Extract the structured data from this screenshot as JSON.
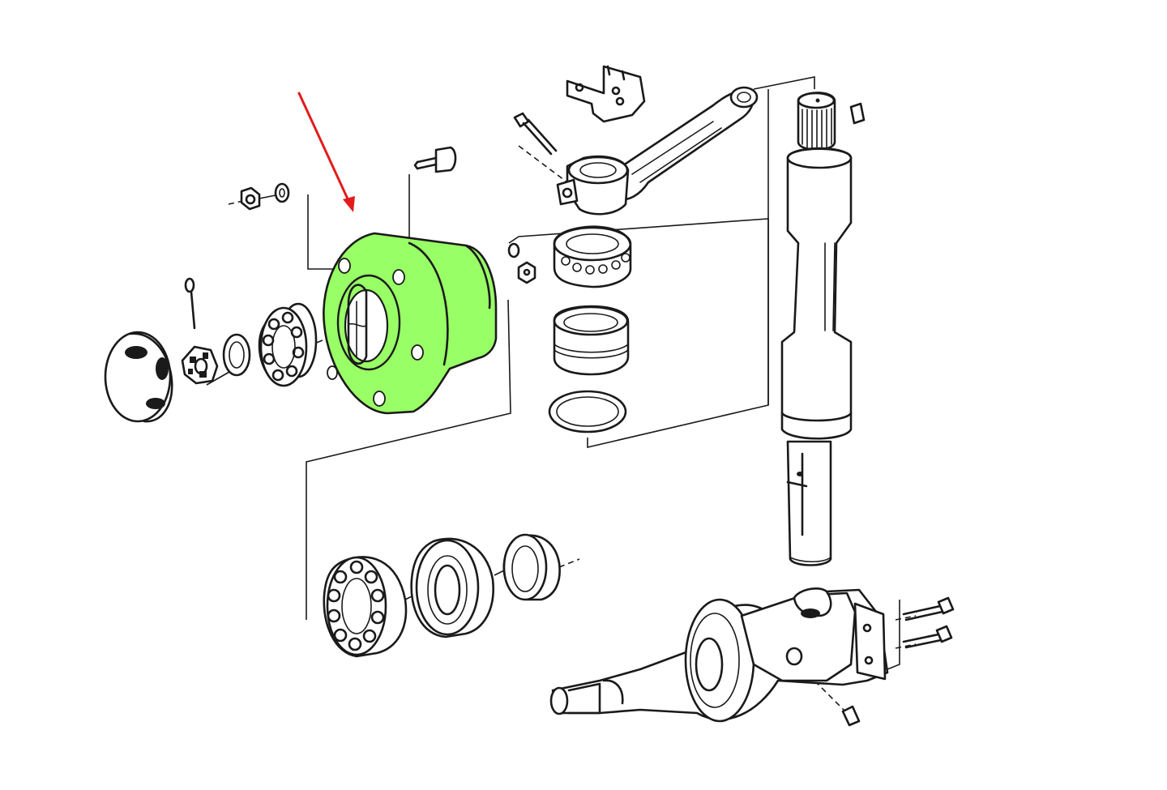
{
  "colors": {
    "background": "#ffffff",
    "ink": "#1a1a1a",
    "highlight": "#99ff66",
    "arrow": "#e31b1b"
  },
  "parts": [
    "hub-cap",
    "castle-nut",
    "cotter-pin",
    "washer",
    "outer-wheel-bearing",
    "wheel-hub",
    "wheel-stud",
    "hex-nut",
    "lock-washer",
    "steering-arm",
    "mounting-bracket",
    "thrust-bearing",
    "bushing",
    "o-ring",
    "king-pin",
    "inner-wheel-bearing",
    "seal",
    "spacer-ring",
    "stub-axle",
    "bracket-bolt"
  ]
}
